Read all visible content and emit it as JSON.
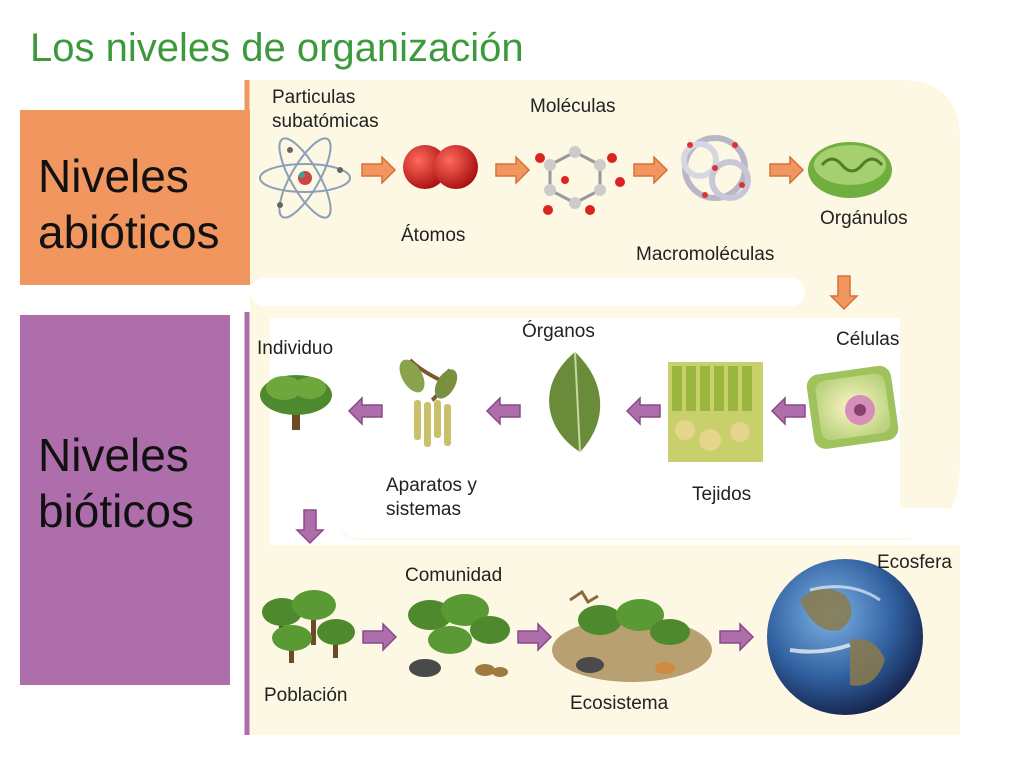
{
  "title": "Los niveles de organización",
  "abiotic_box": {
    "line1": "Niveles",
    "line2": "abióticos",
    "color": "#f2965f"
  },
  "biotic_box": {
    "line1": "Niveles",
    "line2": "bióticos",
    "color": "#ae6eab"
  },
  "arrow_colors": {
    "abiotic": "#f2965f",
    "biotic": "#ae6eab"
  },
  "labels": {
    "particulas_1": "Particulas",
    "particulas_2": "subatómicas",
    "atomos": "Átomos",
    "moleculas": "Moléculas",
    "macromoleculas": "Macromoléculas",
    "organulos": "Orgánulos",
    "celulas": "Células",
    "tejidos": "Tejidos",
    "organos": "Órganos",
    "aparatos_1": "Aparatos y",
    "aparatos_2": "sistemas",
    "individuo": "Individuo",
    "poblacion": "Población",
    "comunidad": "Comunidad",
    "ecosistema": "Ecosistema",
    "ecosfera": "Ecosfera"
  }
}
